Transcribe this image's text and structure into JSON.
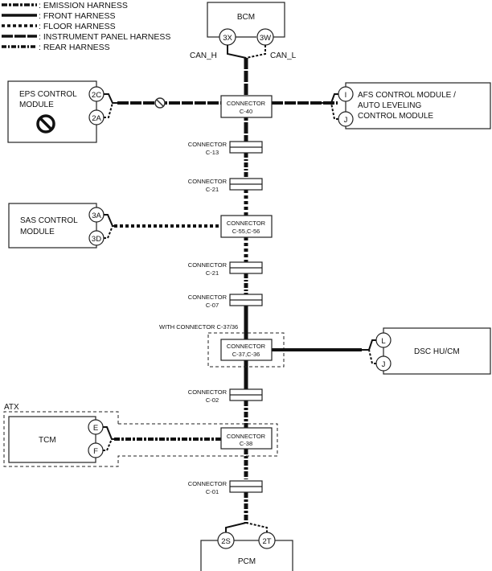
{
  "legend": [
    {
      "style": "emission",
      "label": ": EMISSION HARNESS"
    },
    {
      "style": "front",
      "label": ": FRONT HARNESS"
    },
    {
      "style": "floor",
      "label": ": FLOOR HARNESS"
    },
    {
      "style": "instrument",
      "label": ": INSTRUMENT PANEL HARNESS"
    },
    {
      "style": "rear",
      "label": ": REAR HARNESS"
    }
  ],
  "modules": {
    "bcm": {
      "name": "BCM",
      "pins": [
        "3X",
        "3W"
      ],
      "signals": [
        "CAN_H",
        "CAN_L"
      ]
    },
    "eps": {
      "name_lines": [
        "EPS CONTROL",
        "MODULE"
      ],
      "pins": [
        "2C",
        "2A"
      ],
      "icon": "prohibited-icon"
    },
    "afs": {
      "name_lines": [
        "AFS CONTROL MODULE /",
        "AUTO LEVELING",
        "CONTROL MODULE"
      ],
      "pins": [
        "I",
        "J"
      ]
    },
    "sas": {
      "name_lines": [
        "SAS CONTROL",
        "MODULE"
      ],
      "pins": [
        "3A",
        "3D"
      ]
    },
    "dsc": {
      "name": "DSC HU/CM",
      "pins": [
        "L",
        "J"
      ]
    },
    "tcm": {
      "name": "TCM",
      "pins": [
        "E",
        "F"
      ],
      "group_label": "ATX"
    },
    "pcm": {
      "name": "PCM",
      "pins": [
        "2S",
        "2T"
      ]
    }
  },
  "connectors": {
    "c40": {
      "line1": "CONNECTOR",
      "line2": "C-40"
    },
    "c13": {
      "line1": "CONNECTOR",
      "line2": "C-13"
    },
    "c21a": {
      "line1": "CONNECTOR",
      "line2": "C-21"
    },
    "c55": {
      "line1": "CONNECTOR",
      "line2": "C-55,C-56"
    },
    "c21b": {
      "line1": "CONNECTOR",
      "line2": "C-21"
    },
    "c07": {
      "line1": "CONNECTOR",
      "line2": "C-07"
    },
    "c37": {
      "line1": "CONNECTOR",
      "line2": "C-37,C-36",
      "group_label": "WITH CONNECTOR C-37/36"
    },
    "c02": {
      "line1": "CONNECTOR",
      "line2": "C-02"
    },
    "c38": {
      "line1": "CONNECTOR",
      "line2": "C-38"
    },
    "c01": {
      "line1": "CONNECTOR",
      "line2": "C-01"
    }
  }
}
